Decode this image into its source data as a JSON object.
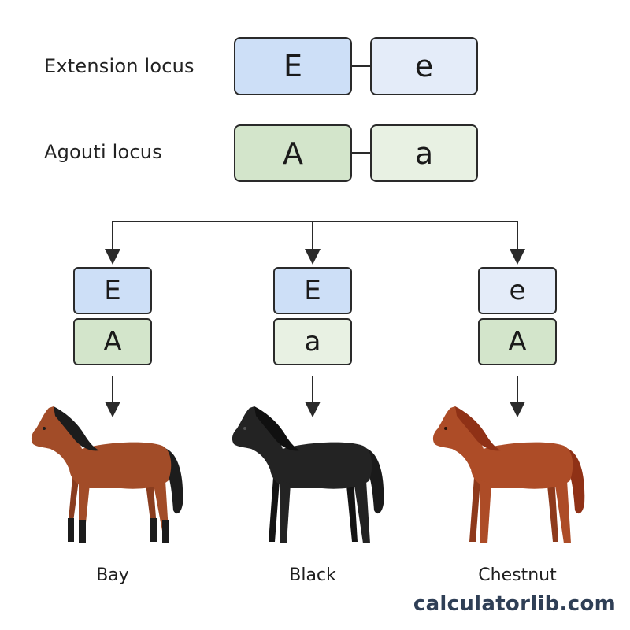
{
  "loci": [
    {
      "label": "Extension locus",
      "alleles": [
        "E",
        "e"
      ]
    },
    {
      "label": "Agouti locus",
      "alleles": [
        "A",
        "a"
      ]
    }
  ],
  "genotypes": [
    {
      "extension": "E",
      "agouti": "A",
      "coat": "Bay"
    },
    {
      "extension": "E",
      "agouti": "a",
      "coat": "Black"
    },
    {
      "extension": "e",
      "agouti": "A",
      "coat": "Chestnut"
    }
  ],
  "brand": "calculatorlib.com",
  "colors": {
    "extension_dominant": "#cddff7",
    "extension_recessive": "#e4ecf9",
    "agouti_dominant": "#d3e5cb",
    "agouti_recessive": "#e8f1e3",
    "bay_body": "#a24c28",
    "bay_points": "#1c1c1c",
    "black_body": "#232323",
    "chestnut_body": "#ad4c27",
    "chestnut_mane": "#8f3116"
  }
}
